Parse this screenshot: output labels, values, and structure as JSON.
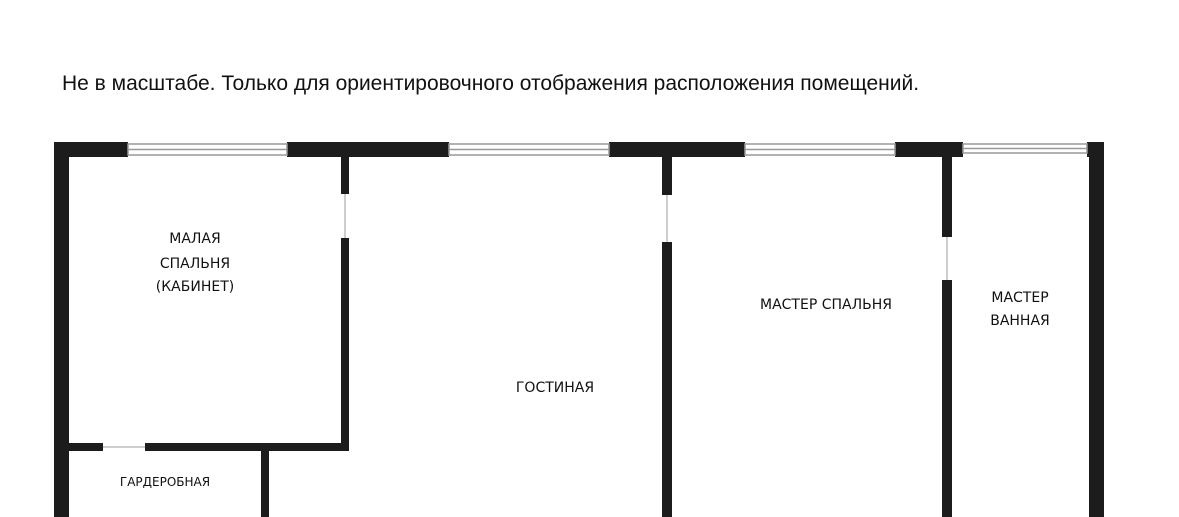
{
  "caption": "Не в масштабе. Только для ориентировочного отображения расположения помещений.",
  "rooms": {
    "small_bedroom": [
      "МАЛАЯ",
      "СПАЛЬНЯ",
      "(КАБИНЕТ)"
    ],
    "living_room": "ГОСТИНАЯ",
    "master_bedroom": "МАСТЕР СПАЛЬНЯ",
    "master_bath": [
      "МАСТЕР",
      "ВАННАЯ"
    ],
    "wardrobe": "ГАРДЕРОБНАЯ"
  },
  "colors": {
    "wall": "#1c1c1c",
    "window": "#999999",
    "background": "#ffffff"
  }
}
